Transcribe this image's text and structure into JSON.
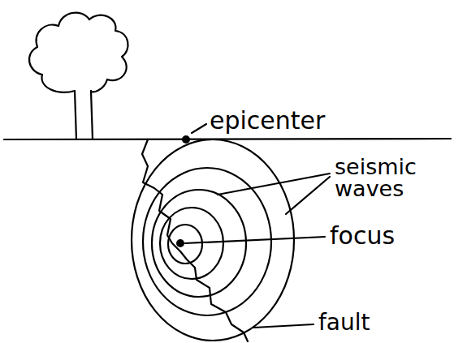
{
  "diagram": {
    "labels": [
      "epicenter",
      "seismic waves",
      "focus",
      "fault"
    ]
  }
}
